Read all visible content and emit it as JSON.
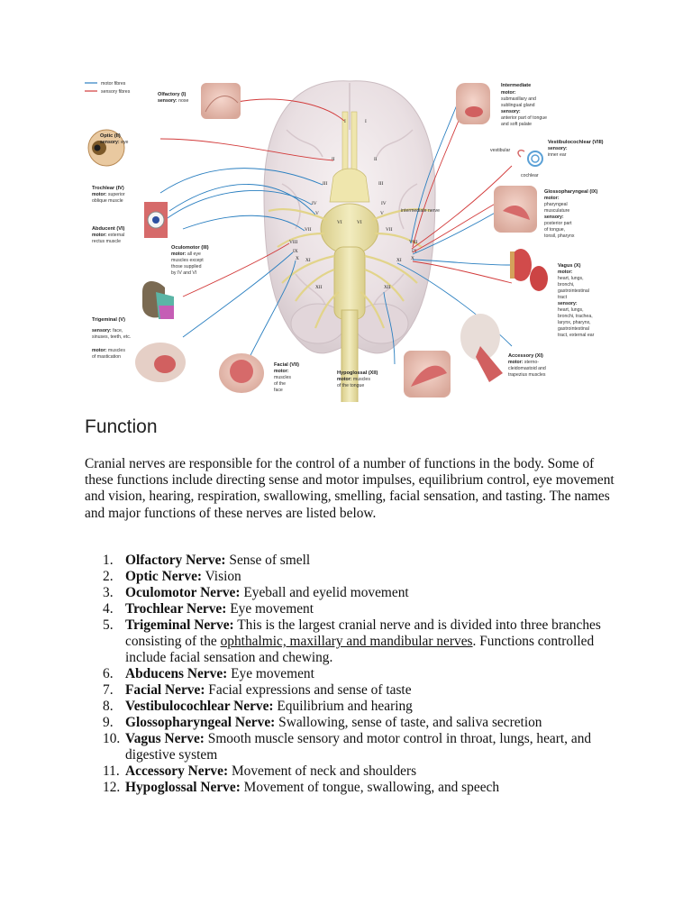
{
  "figure": {
    "legend": [
      {
        "label": "motor fibres",
        "color": "#2a7fc0"
      },
      {
        "label": "sensory fibres",
        "color": "#d23a3a"
      }
    ],
    "callouts": [
      {
        "id": "olfactory",
        "title": "Olfactory (I)",
        "lines": [
          [
            "sensory:",
            "nose"
          ]
        ]
      },
      {
        "id": "optic",
        "title": "Optic (II)",
        "lines": [
          [
            "sensory:",
            "eye"
          ]
        ]
      },
      {
        "id": "trochlear",
        "title": "Trochlear (IV)",
        "lines": [
          [
            "motor:",
            "superior"
          ],
          [
            "",
            "oblique muscle"
          ]
        ]
      },
      {
        "id": "abducent",
        "title": "Abducent (VI)",
        "lines": [
          [
            "motor:",
            "external"
          ],
          [
            "",
            "rectus muscle"
          ]
        ]
      },
      {
        "id": "oculomotor",
        "title": "Oculomotor (III)",
        "lines": [
          [
            "motor:",
            "all eye"
          ],
          [
            "",
            "muscles except"
          ],
          [
            "",
            "those supplied"
          ],
          [
            "",
            "by IV and VI"
          ]
        ]
      },
      {
        "id": "trigeminal",
        "title": "Trigeminal (V)",
        "lines": [
          [
            "sensory:",
            "face,"
          ],
          [
            "",
            "sinuses, teeth, etc."
          ],
          [
            "",
            ""
          ],
          [
            "motor:",
            "muscles"
          ],
          [
            "",
            "of mastication"
          ]
        ]
      },
      {
        "id": "facial",
        "title": "Facial (VII)",
        "lines": [
          [
            "motor:",
            ""
          ],
          [
            "",
            "muscles"
          ],
          [
            "",
            "of the"
          ],
          [
            "",
            "face"
          ]
        ]
      },
      {
        "id": "hypoglossal",
        "title": "Hypoglossal (XII)",
        "lines": [
          [
            "motor:",
            "muscles"
          ],
          [
            "",
            "of the tongue"
          ]
        ]
      },
      {
        "id": "intermediate",
        "title": "Intermediate",
        "lines": [
          [
            "motor:",
            ""
          ],
          [
            "",
            "submaxillary and"
          ],
          [
            "",
            "sublingual gland"
          ],
          [
            "sensory:",
            ""
          ],
          [
            "",
            "anterior part of tongue"
          ],
          [
            "",
            "and soft palate"
          ]
        ]
      },
      {
        "id": "vestibulocochlear",
        "title": "Vestibulocochlear (VIII)",
        "lines": [
          [
            "sensory:",
            ""
          ],
          [
            "",
            "inner ear"
          ]
        ]
      },
      {
        "id": "glossopharyngeal",
        "title": "Glossopharyngeal (IX)",
        "lines": [
          [
            "motor:",
            ""
          ],
          [
            "",
            "pharyngeal"
          ],
          [
            "",
            "musculature"
          ],
          [
            "sensory:",
            ""
          ],
          [
            "",
            "posterior part"
          ],
          [
            "",
            "of tongue,"
          ],
          [
            "",
            "tonsil, pharynx"
          ]
        ]
      },
      {
        "id": "vagus",
        "title": "Vagus (X)",
        "lines": [
          [
            "motor:",
            ""
          ],
          [
            "",
            "heart, lungs,"
          ],
          [
            "",
            "bronchi,"
          ],
          [
            "",
            "gastrointestinal"
          ],
          [
            "",
            "tract"
          ],
          [
            "sensory:",
            ""
          ],
          [
            "",
            "heart, lungs,"
          ],
          [
            "",
            "bronchi, trachea,"
          ],
          [
            "",
            "larynx, pharynx,"
          ],
          [
            "",
            "gastrointestinal"
          ],
          [
            "",
            "tract, external ear"
          ]
        ]
      },
      {
        "id": "accessory",
        "title": "Accessory (XI)",
        "lines": [
          [
            "motor:",
            "sterno-"
          ],
          [
            "",
            "cleidomastoid and"
          ],
          [
            "",
            "trapezius muscles"
          ]
        ]
      }
    ],
    "small_labels": {
      "vestibular": "vestibular",
      "cochlear": "cochlear",
      "intermediate_nerve": "intermediate nerve"
    },
    "numerals": [
      "I",
      "I",
      "II",
      "II",
      "III",
      "III",
      "IV",
      "IV",
      "V",
      "V",
      "VI",
      "VI",
      "VII",
      "VII",
      "VIII",
      "VIII",
      "IX",
      "IX",
      "X",
      "X",
      "XI",
      "XI",
      "XII",
      "XII"
    ]
  },
  "heading": "Function",
  "intro": "Cranial nerves are responsible for the control of a number of functions in the body. Some of these functions include directing sense and motor impulses, equilibrium control, eye movement and vision, hearing, respiration, swallowing, smelling, facial sensation, and tasting. The names and major functions of these nerves are listed below.",
  "nerves": [
    {
      "num": "1.",
      "name": "Olfactory Nerve:",
      "desc": " Sense of smell"
    },
    {
      "num": "2.",
      "name": "Optic Nerve:",
      "desc": " Vision"
    },
    {
      "num": "3.",
      "name": "Oculomotor Nerve:",
      "desc": " Eyeball and eyelid movement"
    },
    {
      "num": "4.",
      "name": "Trochlear Nerve:",
      "desc": " Eye movement"
    },
    {
      "num": "5.",
      "name": "Trigeminal Nerve:",
      "desc": " This is the largest cranial nerve and is divided into three branches consisting of the ",
      "underline": "ophthalmic, maxillary and mandibular nerves",
      "desc_after": ". Functions controlled include facial sensation and chewing."
    },
    {
      "num": "6.",
      "name": "Abducens Nerve:",
      "desc": " Eye movement"
    },
    {
      "num": "7.",
      "name": "Facial Nerve:",
      "desc": " Facial expressions and sense of taste"
    },
    {
      "num": "8.",
      "name": "Vestibulocochlear Nerve:",
      "desc": " Equilibrium and hearing"
    },
    {
      "num": "9.",
      "name": "Glossopharyngeal Nerve:",
      "desc": " Swallowing, sense of taste, and saliva secretion"
    },
    {
      "num": "10.",
      "name": "Vagus Nerve:",
      "desc": " Smooth muscle sensory and motor control in throat, lungs, heart, and digestive system"
    },
    {
      "num": "11.",
      "name": "Accessory Nerve:",
      "desc": " Movement of neck and shoulders"
    },
    {
      "num": "12.",
      "name": "Hypoglossal Nerve:",
      "desc": " Movement of tongue, swallowing, and speech"
    }
  ]
}
